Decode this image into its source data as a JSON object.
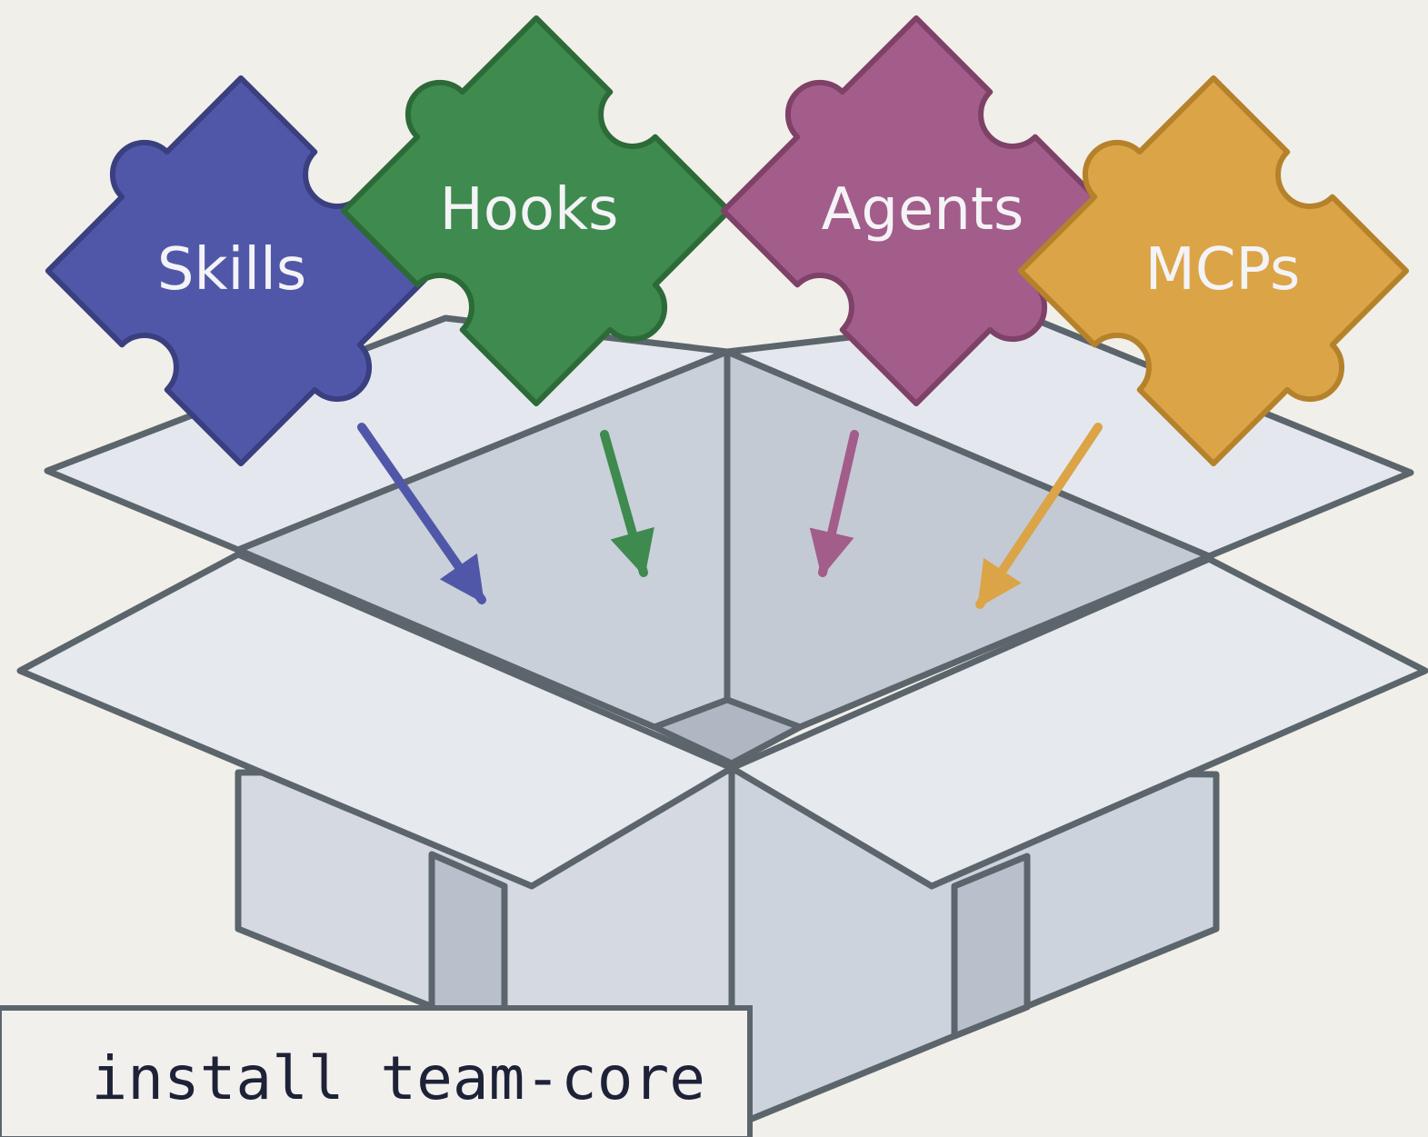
{
  "pieces": [
    {
      "label": "Skills",
      "color": "#5157a8",
      "icon": "puzzle-piece-icon"
    },
    {
      "label": "Hooks",
      "color": "#3f8a4e",
      "icon": "puzzle-piece-icon"
    },
    {
      "label": "Agents",
      "color": "#a35d8a",
      "icon": "puzzle-piece-icon"
    },
    {
      "label": "MCPs",
      "color": "#dba447",
      "icon": "puzzle-piece-icon"
    }
  ],
  "box": {
    "icon": "open-box-icon",
    "color": "#d4d9e2",
    "outline": "#5b656b"
  },
  "command": "install team-core"
}
